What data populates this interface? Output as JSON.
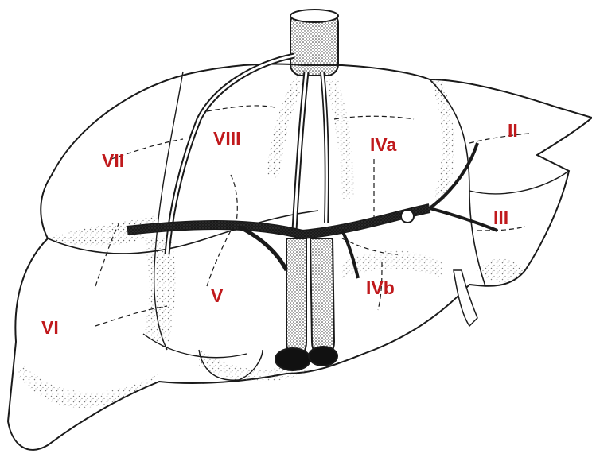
{
  "labels": {
    "seg_ii": "II",
    "seg_iii": "III",
    "seg_iva": "IVa",
    "seg_ivb": "IVb",
    "seg_v": "V",
    "seg_vi": "VI",
    "seg_vii": "VII",
    "seg_viii": "VIII"
  },
  "colors": {
    "label": "#c0191c",
    "ink": "#1a1a1a",
    "stipple": "#6b6b6b",
    "background": "#ffffff"
  }
}
